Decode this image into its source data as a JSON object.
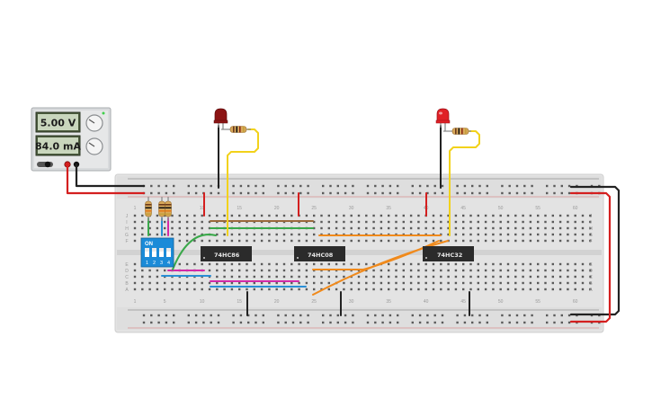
{
  "power_supply": {
    "voltage": "5.00 V",
    "current": "84.0 mA"
  },
  "breadboard": {
    "column_numbers": [
      "1",
      "5",
      "10",
      "15",
      "20",
      "25",
      "30",
      "35",
      "40",
      "45",
      "50",
      "55",
      "60"
    ],
    "rows_top": [
      "J",
      "I",
      "H",
      "G",
      "F"
    ],
    "rows_bottom": [
      "E",
      "D",
      "C",
      "B",
      "A"
    ]
  },
  "chips": [
    {
      "label": "74HC86"
    },
    {
      "label": "74HC08"
    },
    {
      "label": "74HC32"
    }
  ],
  "dip_switch": {
    "on_label": "ON",
    "position_numbers": [
      "1",
      "2",
      "3",
      "4"
    ]
  },
  "colors": {
    "wire_red": "#d41f1f",
    "wire_black": "#222222",
    "wire_yellow": "#f2d21b",
    "wire_orange": "#f08a1c",
    "wire_green": "#3aa84a",
    "wire_blue": "#2a8fd6",
    "wire_magenta": "#d42aa8",
    "wire_brown": "#9b6a3c",
    "dip_blue": "#1b8bd8",
    "led_red": "#c4151c",
    "chip_body": "#2b2b2b"
  }
}
